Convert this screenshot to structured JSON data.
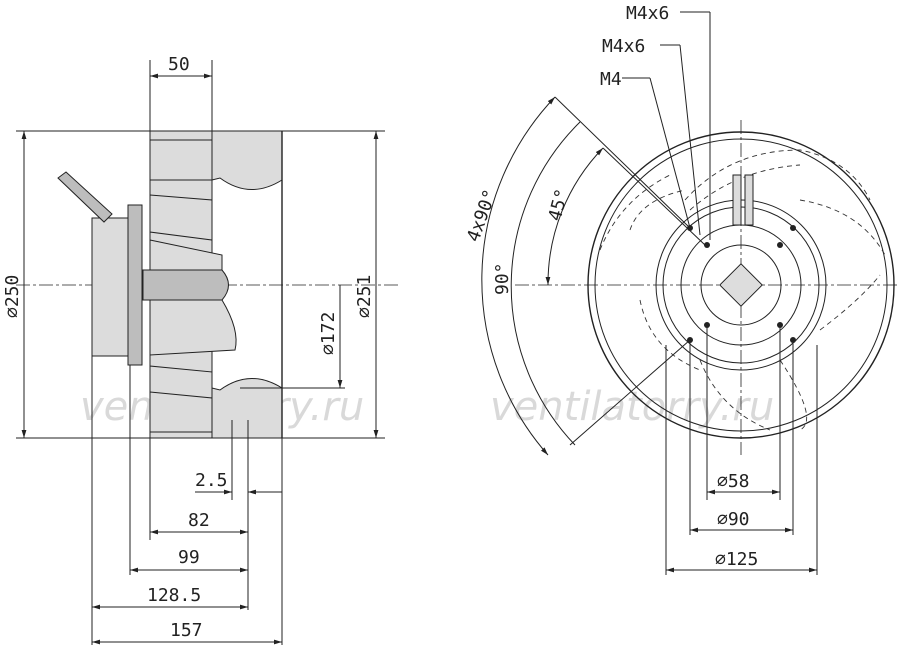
{
  "watermark": "ventilatorry.ru",
  "side_view": {
    "top_width": "50",
    "outer_diameter": "⌀250",
    "diameter_251": "⌀251",
    "diameter_172": "⌀172",
    "gap": "2.5",
    "depth_82": "82",
    "depth_99": "99",
    "depth_128_5": "128.5",
    "depth_157": "157"
  },
  "front_view": {
    "thread_label_1": "M4x6",
    "thread_label_2": "M4x6",
    "thread_label_3": "M4",
    "angle_4x90": "4x90°",
    "angle_45": "45°",
    "angle_90": "90°",
    "diameter_58": "⌀58",
    "diameter_90": "⌀90",
    "diameter_125": "⌀125"
  }
}
